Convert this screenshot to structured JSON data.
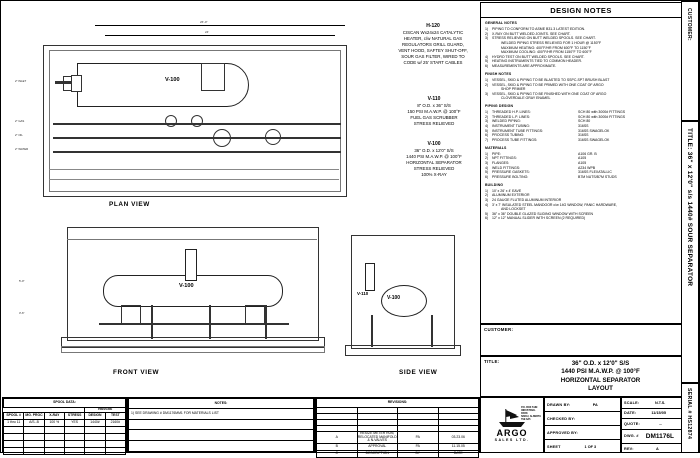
{
  "sheet": {
    "design_notes_title": "DESIGN NOTES",
    "customer_strip": "CUSTOMER:",
    "title_strip": "TITLE: 36\" x 12'0\" s/s 1440# SOUR SEPARATOR",
    "serial_strip": "SERIAL #  HS12874"
  },
  "design_notes": [
    {
      "heading": "GENERAL NOTES",
      "items": [
        {
          "n": "1)",
          "t": "PIPING TO CONFORM TO ASME B31.3 LATEST EDITION."
        },
        {
          "n": "2)",
          "t": "X-RAY ON BUTT WELDED JOINTS. SEE CHART."
        },
        {
          "n": "3)",
          "t": "STRESS RELIEVING ON BUTT WELDED SPOOLS. SEE CHART."
        },
        {
          "n": "",
          "t": "WELDED PIPING STRESS RELIEVED FOR 1 HOUR @ 1150°F",
          "indent": true
        },
        {
          "n": "",
          "t": "MAXIMUM HEATING: 400°F/HR FROM 600°F TO 1150°F",
          "indent": true
        },
        {
          "n": "",
          "t": "MAXIMUM COOLING: 400°F/HR FROM 1150°F TO 600°F",
          "indent": true
        },
        {
          "n": "4)",
          "t": "HYDRO TEST ON BUTT WELDED SPOOLS. SEE CHART."
        },
        {
          "n": "5)",
          "t": "HEATING INSTRUMENTS TIED TO COMMON HEADER."
        },
        {
          "n": "6)",
          "t": "MEASUREMENTS ARE APPROXIMATE."
        }
      ]
    },
    {
      "heading": "FINISH NOTES",
      "items": [
        {
          "n": "1)",
          "t": "VESSEL, SKID & PIPING TO BE BLASTED TO SSPC-SP7 BRUSH BLAST"
        },
        {
          "n": "2)",
          "t": "VESSEL, SKID & PIPING TO BE PRIMED WITH ONE COAT OF ARGO"
        },
        {
          "n": "",
          "t": "SHOP PRIMER",
          "indent": true
        },
        {
          "n": "3)",
          "t": "VESSEL, SKID & PIPING TO BE FINISHED WITH ONE COAT OF ARGO"
        },
        {
          "n": "",
          "t": "CLOVERDALE GRAY ENAMEL",
          "indent": true
        }
      ]
    },
    {
      "heading": "PIPING DESIGN",
      "two_col": true,
      "items": [
        {
          "n": "1)",
          "t": "THREADED H.P. LINES:",
          "r": "SCH 80 with 3000# FITTINGS"
        },
        {
          "n": "2)",
          "t": "THREADED L.P. LINES:",
          "r": "SCH 80 with 3000# FITTINGS"
        },
        {
          "n": "3)",
          "t": "WELDED PIPING:",
          "r": "SCH 80"
        },
        {
          "n": "4)",
          "t": "INSTRUMENT TUBING:",
          "r": "316SS"
        },
        {
          "n": "5)",
          "t": "INSTRUMENT TUBE FITTINGS:",
          "r": "316SS SWAGELOK"
        },
        {
          "n": "6)",
          "t": "PROCESS TUBING:",
          "r": "316SS"
        },
        {
          "n": "7)",
          "t": "PROCESS TUBE FITTINGS:",
          "r": "316SS SWAGELOK"
        }
      ]
    },
    {
      "heading": "MATERIALS",
      "two_col": true,
      "items": [
        {
          "n": "1)",
          "t": "PIPE:",
          "r": "A106 GR. B"
        },
        {
          "n": "2)",
          "t": "NPT FITTINGS:",
          "r": "A105"
        },
        {
          "n": "3)",
          "t": "FLANGES:",
          "r": "A105"
        },
        {
          "n": "4)",
          "t": "WELD FITTINGS:",
          "r": "A234 WPB"
        },
        {
          "n": "5)",
          "t": "PRESSURE GASKETS:",
          "r": "316SS FLEXATALLIC"
        },
        {
          "n": "6)",
          "t": "PRESSURE BOLTING:",
          "r": "B7M NUTS/B7M STUDS"
        }
      ]
    },
    {
      "heading": "BUILDING",
      "items": [
        {
          "n": "1)",
          "t": "10' x 26' x 4' EAVE"
        },
        {
          "n": "2)",
          "t": "ALUMINUM EXTERIOR"
        },
        {
          "n": "3)",
          "t": "24 GAUGE FLUTED ALUMINUM INTERIOR"
        },
        {
          "n": "4)",
          "t": "3' x 7' INSULATED STEEL MANDOOR c/w 14G WINDOW, PANIC HARDWARE,"
        },
        {
          "n": "",
          "t": "AND LOCKSET",
          "indent": true
        },
        {
          "n": "5)",
          "t": "36\" x 36\" DOUBLE GLAZED SLIDING WINDOW WITH SCREEN"
        },
        {
          "n": "6)",
          "t": "12\" x 12\" MANUAL SLIDER WITH SCREEN (2 REQUIRED)"
        }
      ]
    }
  ],
  "equipment": {
    "heater": {
      "tag": "H-120",
      "lines": [
        "CISCAN Wx24x24  CATALYTIC",
        "HEATER, c/w NATURAL GAS",
        "REGULATORS GRILL GUARD,",
        "VENT HOOD, SAFTEY SHUT-OFF,",
        "SOUR GAS FILTER, WIRED TO",
        "CODE w/ 25' START CABLES"
      ]
    },
    "scrubber": {
      "tag": "V-110",
      "lines": [
        "8\" O.D. x 36\" S/S",
        "150 PSI M.A.W.P. @ 100°F",
        "FUEL GAS SCRUBBER",
        "STRESS RELIEVED"
      ]
    },
    "separator": {
      "tag": "V-100",
      "lines": [
        "36\" O.D. x 12'0\" S/S",
        "1440 PSI M.A.W.P. @ 100°F",
        "HORIZONTAL SEPARATOR",
        "STRESS RELIEVED",
        "100% X-RAY"
      ]
    }
  },
  "views": {
    "plan": "PLAN VIEW",
    "front": "FRONT VIEW",
    "side": "SIDE VIEW",
    "vessel_tag_main": "V-100",
    "vessel_tag_scrubber": "V-110",
    "heater_tag": "H-120"
  },
  "title_block": {
    "customer_label": "CUSTOMER:",
    "title_label": "TITLE:",
    "title_lines": [
      "36\" O.D. x 12'0\" S/S",
      "1440 PSI M.A.W.P. @ 100°F",
      "HORIZONTAL SEPARATOR",
      "LAYOUT"
    ]
  },
  "signoff": [
    {
      "label": "DRAWN BY:",
      "value": "PA"
    },
    {
      "label": "CHECKED BY:",
      "value": ""
    },
    {
      "label": "APPROVED BY:",
      "value": ""
    },
    {
      "label": "SHEET",
      "value": "1   OF   3"
    }
  ],
  "drawing_info": [
    {
      "label": "SCALE:",
      "value": "N.T.S."
    },
    {
      "label": "DATE:",
      "value": "11/15/05"
    },
    {
      "label": "QUOTE:",
      "value": "--"
    },
    {
      "label": "DWG. #",
      "value": "DM1176L"
    },
    {
      "label": "REV:",
      "value": "A"
    }
  ],
  "logo": {
    "name": "ARGO",
    "sub": "SALES LTD.",
    "address": [
      "P.O. BOX 5189",
      "INDUSTRIAL",
      "PARK",
      "NISKU, ALBERTA",
      "T9E 8A5"
    ]
  },
  "spool_table": {
    "title": "SPOOL DATA:",
    "group_header": "PRESSURE",
    "headers": [
      "SPOOL #",
      "MG. PROC",
      "X-RAY",
      "STRESS",
      "DESIGN",
      "TEST"
    ],
    "rows": [
      [
        "1 thru 11",
        "A/S.-B",
        "100 %",
        "YES",
        "1440#",
        "2160#"
      ],
      [
        "",
        "",
        "",
        "",
        "",
        ""
      ],
      [
        "",
        "",
        "",
        "",
        "",
        ""
      ],
      [
        "",
        "",
        "",
        "",
        "",
        ""
      ],
      [
        "",
        "",
        "",
        "",
        "",
        ""
      ]
    ]
  },
  "notes_table": {
    "title": "NOTES:",
    "rows": [
      "1)   SEE DRAWING # DM1176MM1 FOR MATERIALS LIST",
      "",
      "",
      ""
    ]
  },
  "revisions": {
    "title": "REVISIONS:",
    "columns": [
      "REV",
      "DESCRIPTION",
      "BY",
      "DATE"
    ],
    "rows": [
      {
        "rev": "A",
        "desc": "RESIZE METER RUN, RELOCATED MANIFOLD & N-VALVES",
        "by": "PA",
        "date": "03.23.06"
      },
      {
        "rev": "B",
        "desc": "APPROVAL",
        "by": "PA",
        "date": "11.15.05"
      },
      {
        "rev": "C",
        "desc": "DESCRIPTION",
        "by": "BY",
        "date": "DATE"
      }
    ]
  },
  "dimensions": {
    "plan_overall": "26'-0\"",
    "plan_inner": "24'",
    "nozzles": [
      "2\" INLET",
      "2\" GAS",
      "2\" OIL",
      "2\" WATER"
    ]
  }
}
